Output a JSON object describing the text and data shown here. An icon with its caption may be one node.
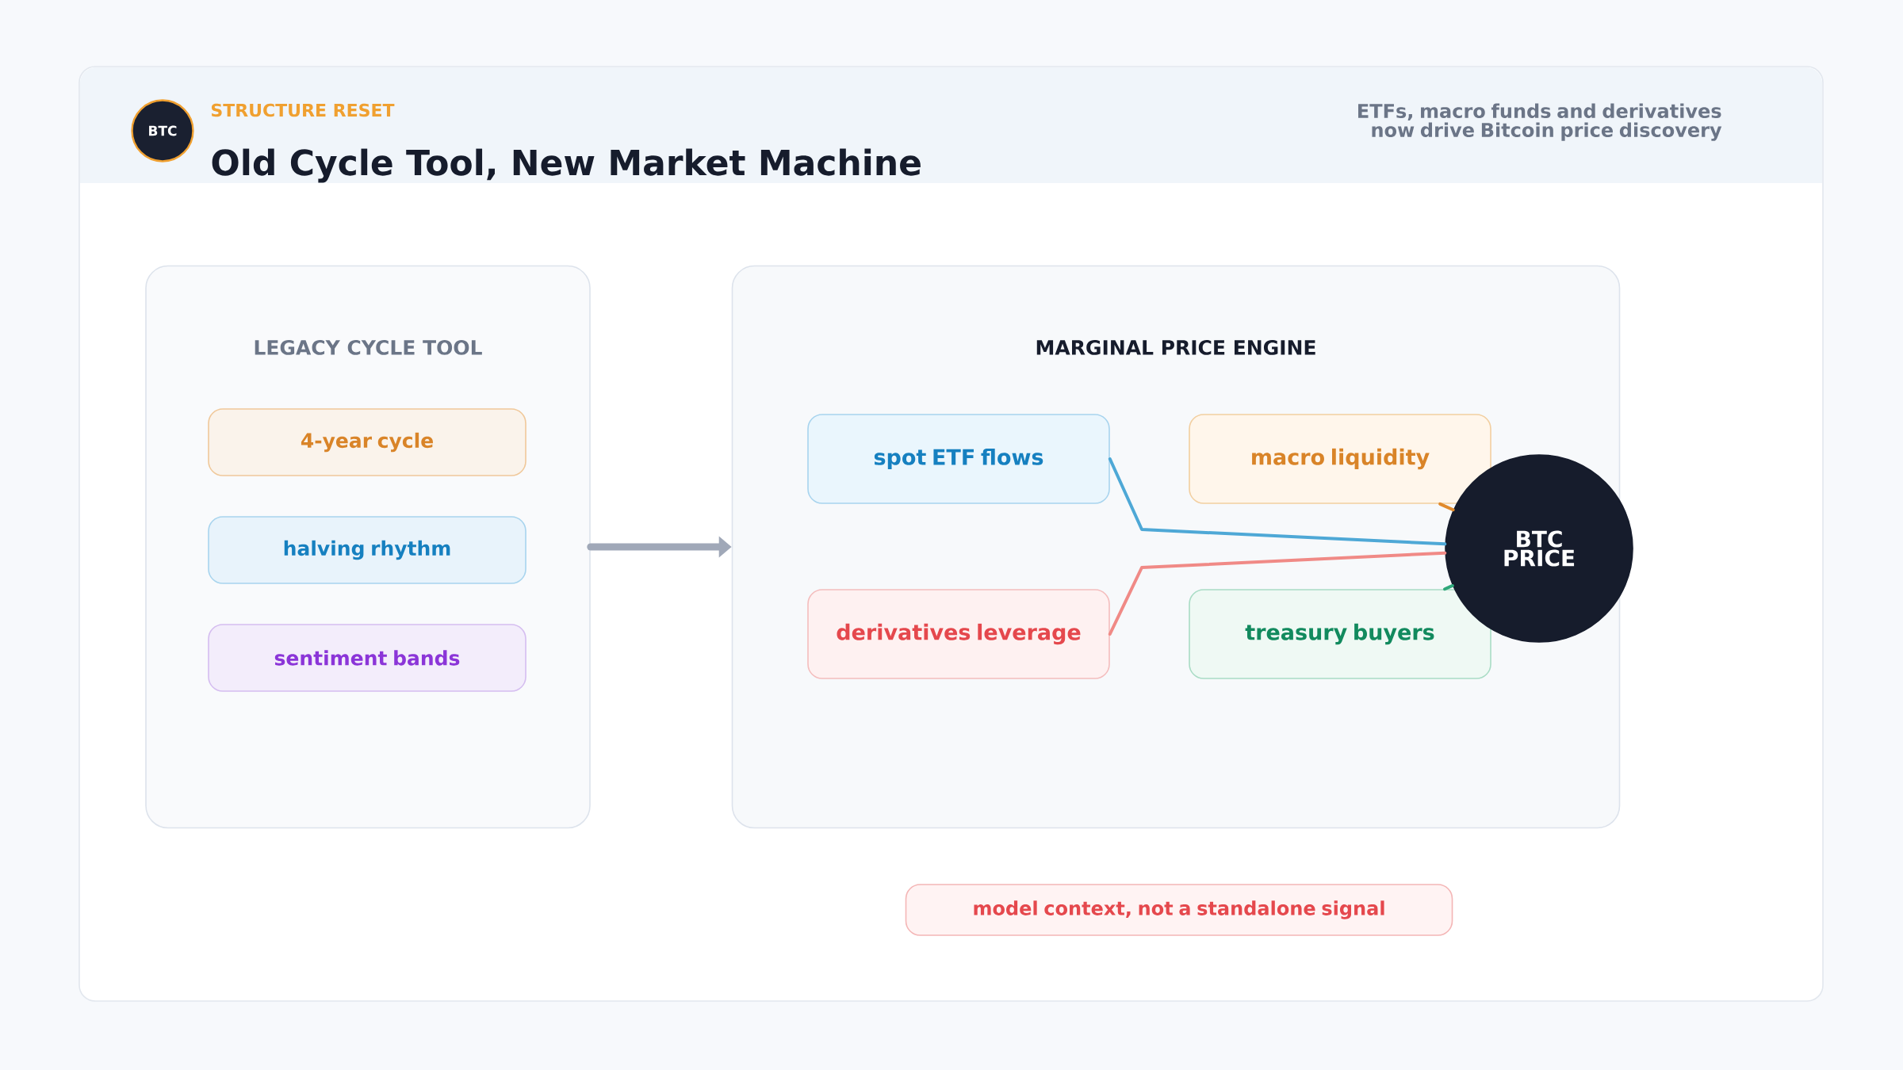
{
  "diagram": {
    "title": "Old Cycle Tool, New Market Machine",
    "nodes": [
      {
        "text": [
          "BTC"
        ]
      },
      {
        "text": [
          "LEGACY CYCLE TOOL"
        ]
      },
      {
        "text": [
          "4-year cycle"
        ],
        "in": 1
      },
      {
        "text": [
          "halving rhythm"
        ],
        "in": 1
      },
      {
        "text": [
          "sentiment bands"
        ],
        "in": 1
      },
      {
        "text": [
          "MARGINAL PRICE ENGINE"
        ]
      },
      {
        "text": [
          "spot ETF flows"
        ],
        "in": 5
      },
      {
        "text": [
          "macro liquidity"
        ],
        "in": 5
      },
      {
        "text": [
          "derivatives leverage"
        ],
        "in": 5
      },
      {
        "text": [
          "treasury buyers"
        ],
        "in": 5
      },
      {
        "text": [
          "BTC PRICE"
        ]
      },
      {
        "text": [
          "model context, not a standalone signal"
        ]
      }
    ],
    "edges": [
      {
        "from": 1,
        "to": 5,
        "arrow": "to",
        "style": "thick"
      },
      {
        "from": 6,
        "to": 10,
        "arrow": "none",
        "color": "#4ea8d6"
      },
      {
        "from": 7,
        "to": 10,
        "arrow": "none",
        "color": "#e08a2c"
      },
      {
        "from": 8,
        "to": 10,
        "arrow": "none",
        "color": "#f08a86"
      },
      {
        "from": 9,
        "to": 10,
        "arrow": "none",
        "color": "#2fa77a"
      }
    ],
    "labels": [
      "STRUCTURE RESET",
      "ETFs, macro funds and derivatives now drive Bitcoin price discovery"
    ]
  }
}
